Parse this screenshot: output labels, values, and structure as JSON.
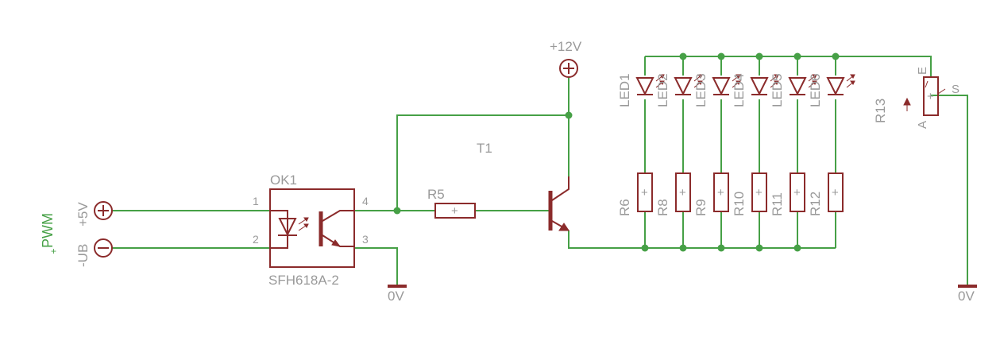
{
  "labels": {
    "supply": "+12V",
    "input_pos": "+5V",
    "input_neg": "-UB",
    "pwm": "PWM",
    "optocoupler_name": "OK1",
    "optocoupler_value": "SFH618A-2",
    "transistor": "T1",
    "r5": "R5",
    "ground": "0V",
    "pot": "R13",
    "pot_e": "E",
    "pot_a": "A",
    "pot_s": "S",
    "plus": "+"
  },
  "opto_pins": [
    "1",
    "2",
    "4",
    "3"
  ],
  "leds": [
    "LED1",
    "LED2",
    "LED3",
    "LED4",
    "LED5",
    "LED6"
  ],
  "resistors": [
    "R6",
    "R8",
    "R9",
    "R10",
    "R11",
    "R12"
  ],
  "colors": {
    "wire": "#46a046",
    "part": "#8b2b2b",
    "label": "#9a9a9a",
    "background": "#ffffff"
  }
}
